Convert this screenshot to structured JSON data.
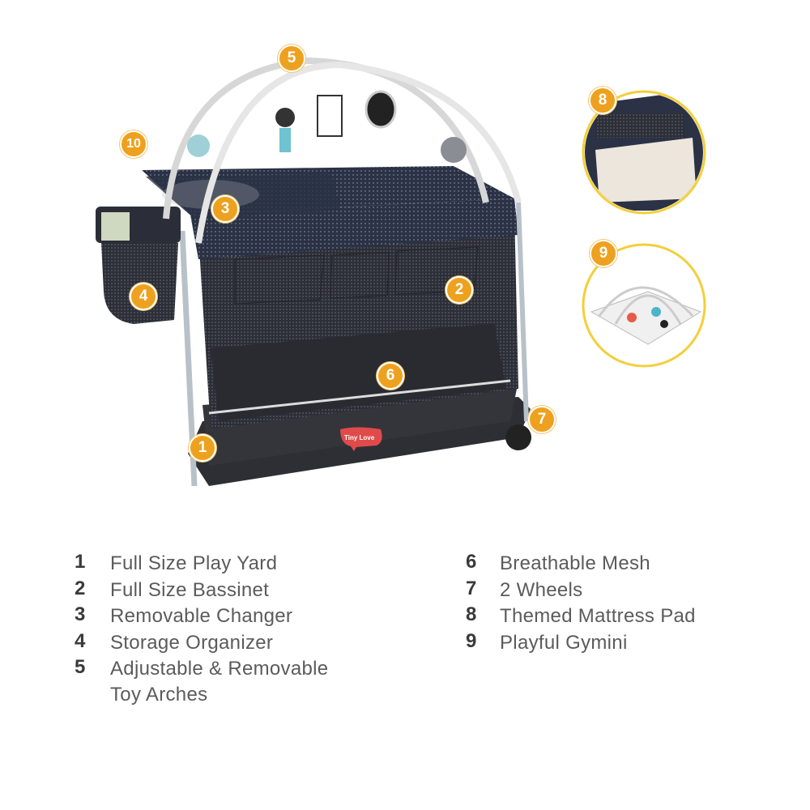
{
  "brand": "Tiny Love",
  "accent_color": "#eea11f",
  "inset_border_color": "#f3cf3a",
  "markers": [
    "1",
    "2",
    "3",
    "4",
    "5",
    "6",
    "7",
    "8",
    "9",
    "10"
  ],
  "features_left": [
    {
      "num": "1",
      "label": "Full Size Play Yard"
    },
    {
      "num": "2",
      "label": "Full Size Bassinet"
    },
    {
      "num": "3",
      "label": "Removable Changer"
    },
    {
      "num": "4",
      "label": "Storage Organizer"
    },
    {
      "num": "5",
      "label": "Adjustable & Removable",
      "label2": "Toy Arches"
    }
  ],
  "features_right": [
    {
      "num": "6",
      "label": "Breathable Mesh"
    },
    {
      "num": "7",
      "label": "2 Wheels"
    },
    {
      "num": "8",
      "label": "Themed Mattress Pad"
    },
    {
      "num": "9",
      "label": "Playful Gymini"
    }
  ]
}
